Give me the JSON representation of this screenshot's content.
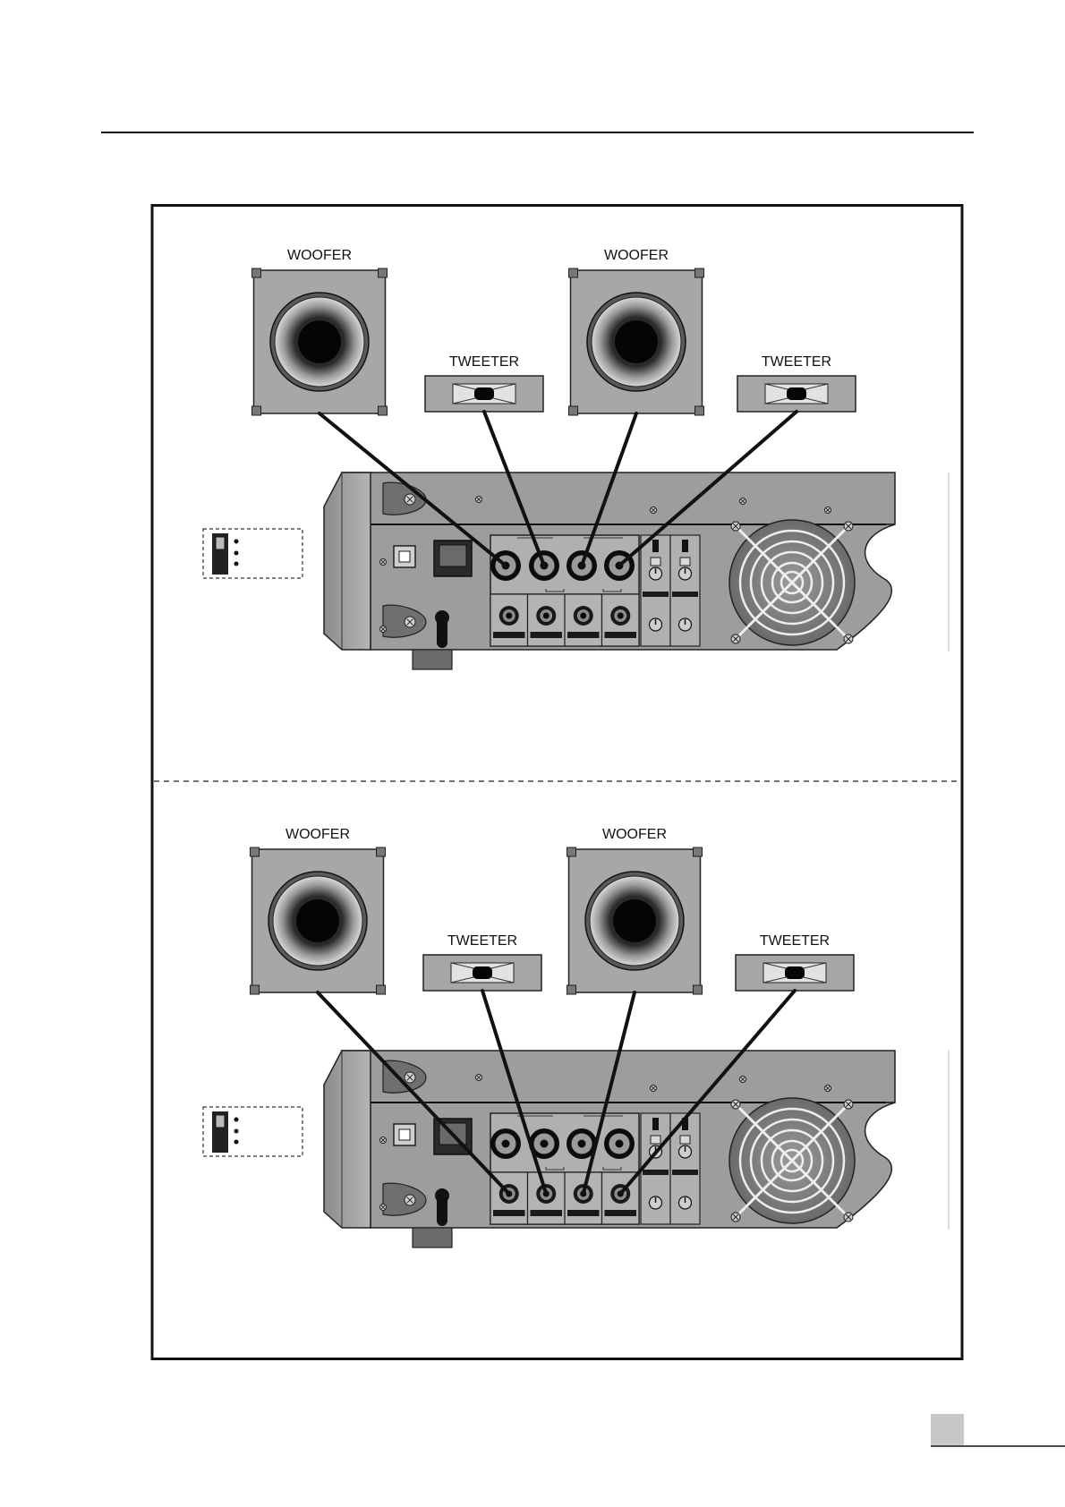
{
  "diagrams": [
    {
      "id": "top",
      "speakers": [
        {
          "type": "woofer",
          "label": "WOOFER"
        },
        {
          "type": "tweeter",
          "label": "TWEETER"
        },
        {
          "type": "woofer",
          "label": "WOOFER"
        },
        {
          "type": "tweeter",
          "label": "TWEETER"
        }
      ],
      "connected_row": "speakon"
    },
    {
      "id": "bottom",
      "speakers": [
        {
          "type": "woofer",
          "label": "WOOFER"
        },
        {
          "type": "tweeter",
          "label": "TWEETER"
        },
        {
          "type": "woofer",
          "label": "WOOFER"
        },
        {
          "type": "tweeter",
          "label": "TWEETER"
        }
      ],
      "connected_row": "jack"
    }
  ],
  "colors": {
    "panel": "#9d9d9d",
    "panel_dark": "#7c7c7c",
    "cabinet": "#a7a7a7",
    "line": "#111111",
    "page_tab": "#c8c8c8"
  }
}
